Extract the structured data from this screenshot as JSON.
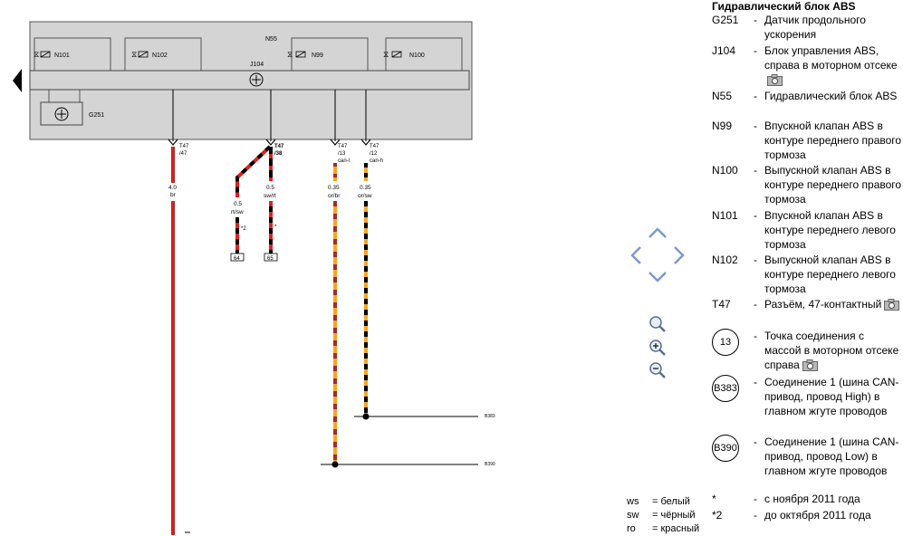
{
  "diagram": {
    "block_label": "N55",
    "ecu_label": "J104",
    "sensor_label": "G251",
    "valves": [
      "N101",
      "N102",
      "N99",
      "N100"
    ],
    "connectors": [
      {
        "pin": "T47",
        "sub": "/47"
      },
      {
        "pin": "T47",
        "sub": "/38"
      },
      {
        "pin": "T47",
        "sub": "/13",
        "bus": "can-l"
      },
      {
        "pin": "T47",
        "sub": "/12",
        "bus": "can-h"
      }
    ],
    "wires": [
      {
        "size": "4.0",
        "color_code": "br"
      },
      {
        "size": "0.5",
        "color_code": "rt/sw"
      },
      {
        "size": "0.5",
        "color_code": "sw/rt"
      },
      {
        "size": "0.35",
        "color_code": "or/br"
      },
      {
        "size": "0.35",
        "color_code": "or/sw"
      }
    ],
    "notes": [
      "*2",
      "*"
    ],
    "refs": [
      "64",
      "65"
    ],
    "bus_labels": [
      "B383",
      "B390"
    ]
  },
  "legend": {
    "title": "Гидравлический блок ABS",
    "items": [
      {
        "code": "G251",
        "text": "Датчик продольного ускорения"
      },
      {
        "code": "J104",
        "text": "Блок управления ABS, справа в моторном отсеке"
      },
      {
        "code": "N55",
        "text": "Гидравлический блок ABS"
      },
      {
        "code": "N99",
        "text": "Впускной клапан ABS в контуре переднего правого тормоза"
      },
      {
        "code": "N100",
        "text": "Выпускной клапан ABS в контуре переднего правого тормоза"
      },
      {
        "code": "N101",
        "text": "Впускной клапан ABS в контуре переднего левого тормоза"
      },
      {
        "code": "N102",
        "text": "Выпускной клапан ABS в контуре переднего левого тормоза"
      },
      {
        "code": "T47",
        "text": "Разъём, 47-контактный"
      },
      {
        "code": "13",
        "text": "Точка соединения с массой в моторном отсеке справа"
      },
      {
        "code": "B383",
        "text": "Соединение 1 (шина CAN-привод, провод High) в главном жгуте проводов"
      },
      {
        "code": "B390",
        "text": "Соединение 1 (шина CAN-привод, провод Low) в главном жгуте проводов"
      }
    ],
    "footnotes": [
      {
        "code": "*",
        "text": "с ноября 2011 года"
      },
      {
        "code": "*2",
        "text": "до октября 2011 года"
      }
    ]
  },
  "color_key": [
    {
      "code": "ws",
      "text": "= белый"
    },
    {
      "code": "sw",
      "text": "= чёрный"
    },
    {
      "code": "ro",
      "text": "= красный"
    }
  ],
  "colors": {
    "block_fill": "#d4d4d4",
    "brown": "#a52a2a",
    "red": "#e0201a",
    "orange": "#f5a623",
    "black": "#000000"
  },
  "icons": {
    "nav": [
      "arrow-up-icon",
      "arrow-left-icon",
      "arrow-right-icon",
      "arrow-down-icon"
    ],
    "zoom": [
      "zoom-fit-icon",
      "zoom-in-icon",
      "zoom-out-icon"
    ],
    "camera": "camera-icon",
    "collapse": "collapse-arrow-icon"
  }
}
